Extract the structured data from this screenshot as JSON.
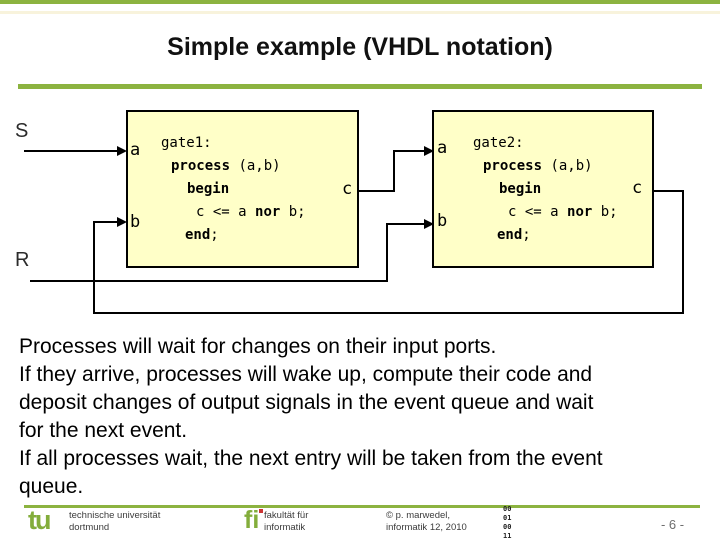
{
  "slide": {
    "title": "Simple example (VHDL notation)",
    "page_number": "- 6 -"
  },
  "colors": {
    "accent_green": "#8CB340",
    "box_fill": "#FFFFC8",
    "box_border": "#000000",
    "logo_green": "#83AD3B",
    "logo_red": "#CC3333",
    "footer_text": "#3C3C3C",
    "page_number_gray": "#6E6E6E"
  },
  "diagram": {
    "signals": {
      "s": "S",
      "r": "R"
    },
    "gate1": {
      "inputs": [
        "a",
        "b"
      ],
      "output": "c",
      "code": [
        {
          "indent": 0,
          "segments": [
            {
              "t": "gate1:",
              "b": false
            }
          ]
        },
        {
          "indent": 10,
          "segments": [
            {
              "t": "process",
              "b": true
            },
            {
              "t": " (a,b)",
              "b": false
            }
          ]
        },
        {
          "indent": 26,
          "segments": [
            {
              "t": "begin",
              "b": true
            }
          ]
        },
        {
          "indent": 35,
          "segments": [
            {
              "t": "c <= a ",
              "b": false
            },
            {
              "t": "nor",
              "b": true
            },
            {
              "t": " b;",
              "b": false
            }
          ]
        },
        {
          "indent": 24,
          "segments": [
            {
              "t": "end",
              "b": true
            },
            {
              "t": ";",
              "b": false
            }
          ]
        }
      ]
    },
    "gate2": {
      "inputs": [
        "a",
        "b"
      ],
      "output": "c",
      "code": [
        {
          "indent": 0,
          "segments": [
            {
              "t": "gate2:",
              "b": false
            }
          ]
        },
        {
          "indent": 10,
          "segments": [
            {
              "t": "process",
              "b": true
            },
            {
              "t": " (a,b)",
              "b": false
            }
          ]
        },
        {
          "indent": 26,
          "segments": [
            {
              "t": "begin",
              "b": true
            }
          ]
        },
        {
          "indent": 35,
          "segments": [
            {
              "t": "c <= a ",
              "b": false
            },
            {
              "t": "nor",
              "b": true
            },
            {
              "t": " b;",
              "b": false
            }
          ]
        },
        {
          "indent": 24,
          "segments": [
            {
              "t": "end",
              "b": true
            },
            {
              "t": ";",
              "b": false
            }
          ]
        }
      ]
    }
  },
  "body": {
    "lines": [
      "Processes will wait for changes on their input ports.",
      "If they arrive, processes will wake up, compute their code and",
      "deposit changes of output signals in the event queue and wait",
      "for the next event.",
      "If all processes wait, the next entry will be taken from the event",
      "queue."
    ]
  },
  "footer": {
    "university_logo": "tu",
    "university_line1": "technische universität",
    "university_line2": "dortmund",
    "faculty_logo": "fi",
    "faculty_line1": "fakultät für",
    "faculty_line2": "informatik",
    "credit_line1": "© p. marwedel,",
    "credit_line2": "informatik 12,  2010",
    "binary_rows": [
      "00",
      "01",
      "00",
      "11"
    ]
  }
}
